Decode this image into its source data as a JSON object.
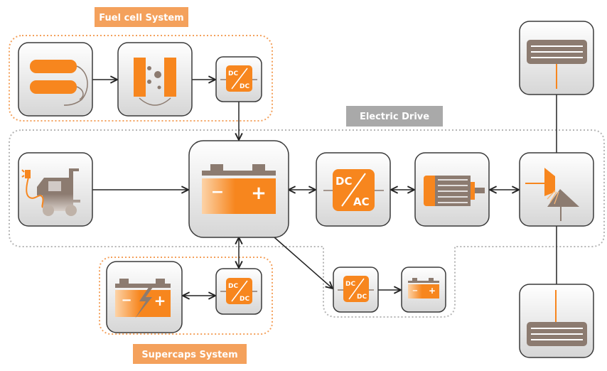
{
  "groups": {
    "fuel_cell": {
      "label": "Fuel cell System"
    },
    "electric_drive": {
      "label": "Electric Drive"
    },
    "supercaps": {
      "label": "Supercaps System"
    }
  },
  "converters": {
    "dc": "DC",
    "ac": "AC"
  },
  "battery": {
    "minus": "−",
    "plus": "+"
  },
  "colors": {
    "accent": "#f7861e",
    "brown": "#8c7b70",
    "label_gray": "#a9a9a9",
    "label_orange": "#f4a15c"
  }
}
